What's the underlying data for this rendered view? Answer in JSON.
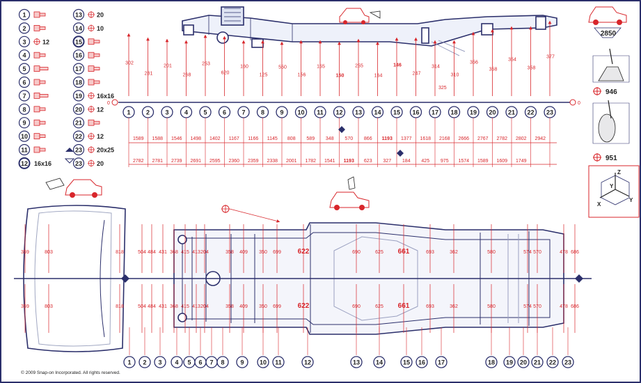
{
  "legend": [
    {
      "num": "1",
      "sym": "bolt"
    },
    {
      "num": "2",
      "sym": "bolt"
    },
    {
      "num": "3",
      "sym": "cross",
      "text": "12"
    },
    {
      "num": "4",
      "sym": "bolt"
    },
    {
      "num": "5",
      "sym": "screw"
    },
    {
      "num": "6",
      "sym": "bolt"
    },
    {
      "num": "7",
      "sym": "screw"
    },
    {
      "num": "8",
      "sym": "bolt"
    },
    {
      "num": "9",
      "sym": "bolt"
    },
    {
      "num": "10",
      "sym": "bolt"
    },
    {
      "num": "11",
      "sym": "bolt"
    },
    {
      "num": "12",
      "sym": "text",
      "text": "16x16"
    },
    {
      "num": "13",
      "sym": "cross",
      "text": "20"
    },
    {
      "num": "14",
      "sym": "cross",
      "text": "10"
    },
    {
      "num": "15",
      "sym": "bolt"
    },
    {
      "num": "16",
      "sym": "bolt"
    },
    {
      "num": "17",
      "sym": "bolt"
    },
    {
      "num": "18",
      "sym": "bolt"
    },
    {
      "num": "19",
      "sym": "cross",
      "text": "16x16"
    },
    {
      "num": "20",
      "sym": "cross",
      "text": "12"
    },
    {
      "num": "21",
      "sym": "bolt"
    },
    {
      "num": "22",
      "sym": "cross",
      "text": "12"
    },
    {
      "num": "23",
      "sym": "cross",
      "text": "20x25"
    },
    {
      "num": "23",
      "sym": "cross",
      "text": "20"
    }
  ],
  "side": {
    "points": [
      "1",
      "2",
      "3",
      "4",
      "5",
      "6",
      "7",
      "8",
      "9",
      "10",
      "11",
      "12",
      "13",
      "14",
      "15",
      "16",
      "17",
      "18",
      "19",
      "20",
      "21",
      "22",
      "23"
    ],
    "heights": [
      "302",
      "281",
      "201",
      "268",
      "253",
      "620",
      "160",
      "125",
      "550",
      "156",
      "155",
      "150",
      "255",
      "164",
      "146",
      "247",
      "314",
      "310",
      "356",
      "358",
      "354",
      "358",
      "377"
    ],
    "extra_325": "325",
    "row1": [
      "1589",
      "1588",
      "1546",
      "1498",
      "1402",
      "1167",
      "1166",
      "1145",
      "808",
      "589",
      "348",
      "570",
      "866",
      "1193",
      "1377",
      "1618",
      "2168",
      "2666",
      "2767",
      "2782",
      "2802",
      "2942"
    ],
    "row2": [
      "2782",
      "2781",
      "2739",
      "2691",
      "2595",
      "2360",
      "2359",
      "2338",
      "2001",
      "1782",
      "1541",
      "1193",
      "623",
      "327",
      "184",
      "425",
      "975",
      "1574",
      "1589",
      "1609",
      "1749"
    ],
    "zero_left": "0",
    "zero_right": "0"
  },
  "top": {
    "points": [
      "1",
      "2",
      "3",
      "4",
      "5",
      "6",
      "7",
      "8",
      "9",
      "10",
      "11",
      "12",
      "13",
      "14",
      "15",
      "16",
      "17",
      "18",
      "19",
      "20",
      "21",
      "22",
      "23"
    ],
    "wheelbase": "2850",
    "ref_946": "946",
    "ref_951": "951",
    "axis_x": "X",
    "axis_y": "Y",
    "axis_z": "Z",
    "dims_front": [
      "803",
      "818",
      "359",
      "504",
      "484",
      "431",
      "368",
      "415",
      "413",
      "204",
      "358",
      "409",
      "350",
      "699",
      "622",
      "690",
      "625",
      "661",
      "693",
      "362",
      "580",
      "574",
      "570",
      "478",
      "686"
    ]
  },
  "copyright": "© 2009 Snap-on Incorporated. All rights reserved.",
  "colors": {
    "navy": "#2b2f6b",
    "red": "#d8262b",
    "frame": "#6d7aa8",
    "grey": "#a0a7c2"
  }
}
